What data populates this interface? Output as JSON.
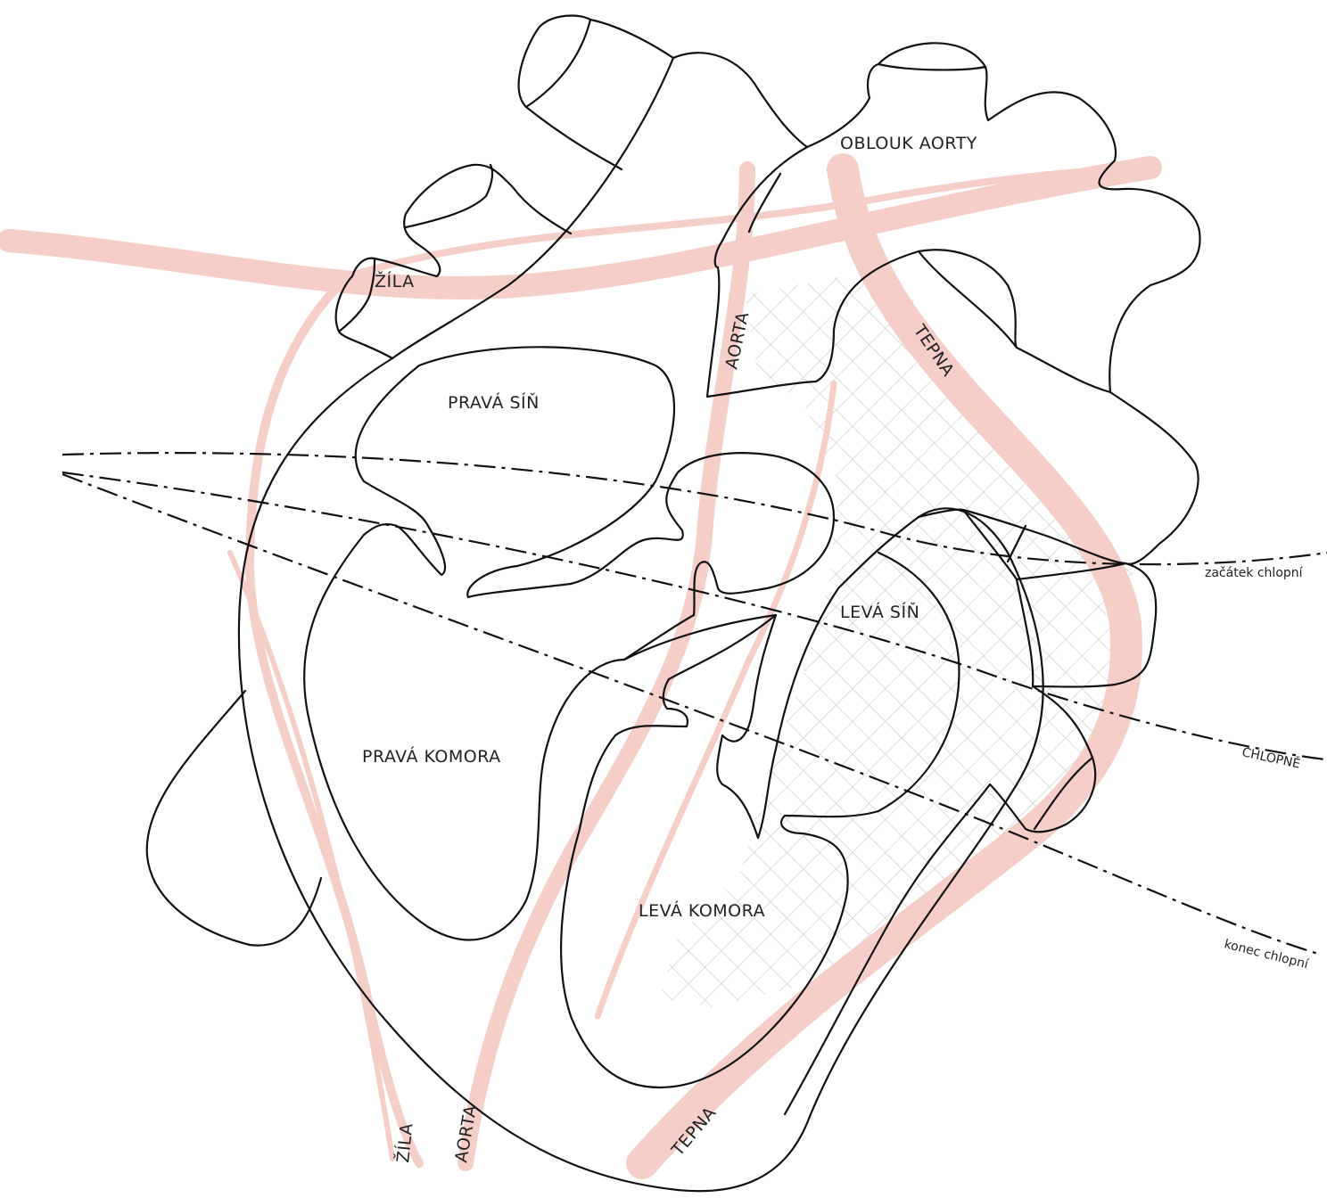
{
  "colors": {
    "vessel": "#f5cfc7",
    "outline": "#111111",
    "hatch": "#c9c9c9",
    "text": "#222222"
  },
  "labels": {
    "oblouk_aorty": "OBLOUK AORTY",
    "zila_top": "ŽÍLA",
    "aorta_top": "AORTA",
    "tepna_top": "TEPNA",
    "prava_sin": "PRAVÁ SÍŇ",
    "leva_sin": "LEVÁ SÍŇ",
    "prava_komora": "PRAVÁ KOMORA",
    "leva_komora": "LEVÁ KOMORA",
    "zila_bottom": "ŽÍLA",
    "aorta_bottom": "AORTA",
    "tepna_bottom": "TEPNA"
  },
  "guide_lines": {
    "zacatek_chlopni": "začátek chlopní",
    "chlopne": "CHLOPNĚ",
    "konec_chlopni": "konec chlopní"
  }
}
